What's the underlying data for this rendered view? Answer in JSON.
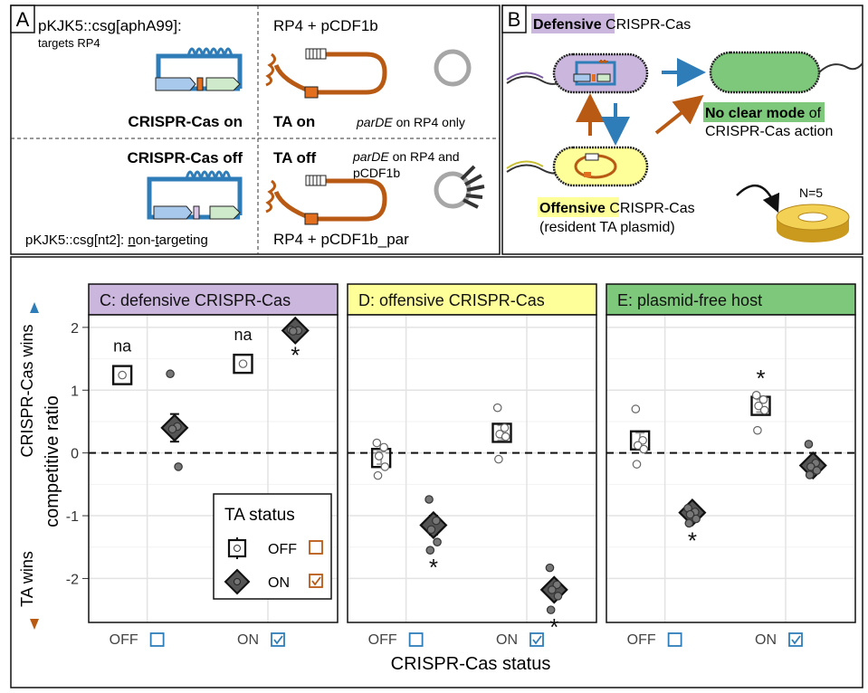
{
  "panelA": {
    "letter": "A",
    "top_left_title": "pKJK5::csg[aphA99]:",
    "top_left_sub": "targets RP4",
    "top_right_title": "RP4 + pCDF1b",
    "crispr_on": "CRISPR-Cas on",
    "ta_on": "TA on",
    "pardE_italic_1": "parDE",
    "pardE_rest_1": " on RP4 only",
    "crispr_off": "CRISPR-Cas off",
    "ta_off": "TA off",
    "pardE_italic_2": "parDE",
    "pardE_rest_2a": " on RP4 and",
    "pardE_rest_2b": "pCDF1b",
    "bottom_left_a": "pKJK5::csg[nt2]: ",
    "bottom_left_n": "n",
    "bottom_left_on": "on-",
    "bottom_left_t": "t",
    "bottom_left_rest": "argeting",
    "bottom_right": "RP4 + pCDF1b_par"
  },
  "panelB": {
    "letter": "B",
    "defensive_hl": "Defensive",
    "defensive_rest": " CRISPR-Cas",
    "no_clear_hl": "No clear mode",
    "no_clear_rest": " of",
    "no_clear_line2": "CRISPR-Cas action",
    "offensive_hl": "Offensive",
    "offensive_rest": " CRISPR-Cas",
    "offensive_line2": "(resident TA plasmid)",
    "n_label": "N=5"
  },
  "legend": {
    "title": "TA status",
    "off": "OFF",
    "on": "ON"
  },
  "axis": {
    "y_title": "competitive ratio",
    "y_top_label": "CRISPR-Cas wins",
    "y_bottom_label": "TA wins",
    "x_title": "CRISPR-Cas status"
  },
  "colors": {
    "purple": "#cbb6dd",
    "yellow": "#ffff99",
    "green": "#7dc87b",
    "blue": "#2e7db8",
    "orange": "#b85a14",
    "diamond": "#555555"
  },
  "chart_data": {
    "type": "scatter",
    "ylim": [
      -2.7,
      2.2
    ],
    "yticks": [
      "-2",
      "-1",
      "0",
      "1",
      "2"
    ],
    "ytick_values": [
      -2,
      -1,
      0,
      1,
      2
    ],
    "x_categories": [
      "OFF",
      "ON"
    ],
    "hline": 0,
    "facets": [
      {
        "title": "C: defensive CRISPR-Cas",
        "color": "#cbb6dd",
        "groups": [
          {
            "crispr": "OFF",
            "ta": "OFF",
            "mean": 1.24,
            "error": 0,
            "points": [
              1.24
            ],
            "label": "na"
          },
          {
            "crispr": "OFF",
            "ta": "ON",
            "mean": 0.4,
            "error": 0.22,
            "points": [
              1.26,
              0.42,
              0.38,
              -0.22
            ],
            "label": ""
          },
          {
            "crispr": "ON",
            "ta": "OFF",
            "mean": 1.42,
            "error": 0,
            "points": [
              1.42
            ],
            "label": "na"
          },
          {
            "crispr": "ON",
            "ta": "ON",
            "mean": 1.95,
            "error": 0.02,
            "points": [
              1.96,
              1.95,
              1.94
            ],
            "label": "*"
          }
        ]
      },
      {
        "title": "D: offensive CRISPR-Cas",
        "color": "#ffff99",
        "groups": [
          {
            "crispr": "OFF",
            "ta": "OFF",
            "mean": -0.08,
            "error": 0.1,
            "points": [
              0.16,
              0.09,
              -0.05,
              -0.22,
              -0.36
            ],
            "label": ""
          },
          {
            "crispr": "OFF",
            "ta": "ON",
            "mean": -1.15,
            "error": 0.15,
            "points": [
              -0.74,
              -1.08,
              -1.22,
              -1.42,
              -1.55
            ],
            "label": "*"
          },
          {
            "crispr": "ON",
            "ta": "OFF",
            "mean": 0.32,
            "error": 0.12,
            "points": [
              0.72,
              0.4,
              0.3,
              0.26,
              -0.1
            ],
            "label": ""
          },
          {
            "crispr": "ON",
            "ta": "ON",
            "mean": -2.18,
            "error": 0.12,
            "points": [
              -1.83,
              -2.1,
              -2.18,
              -2.28,
              -2.5
            ],
            "label": "*"
          }
        ]
      },
      {
        "title": "E: plasmid-free host",
        "color": "#7dc87b",
        "groups": [
          {
            "crispr": "OFF",
            "ta": "OFF",
            "mean": 0.2,
            "error": 0.12,
            "points": [
              0.7,
              0.2,
              0.12,
              0.06,
              -0.18
            ],
            "label": ""
          },
          {
            "crispr": "OFF",
            "ta": "ON",
            "mean": -0.95,
            "error": 0.06,
            "points": [
              -0.88,
              -0.94,
              -0.98,
              -1.05,
              -1.12
            ],
            "label": "*"
          },
          {
            "crispr": "ON",
            "ta": "OFF",
            "mean": 0.75,
            "error": 0.1,
            "points": [
              0.92,
              0.85,
              0.75,
              0.68,
              0.36
            ],
            "label": "*"
          },
          {
            "crispr": "ON",
            "ta": "ON",
            "mean": -0.2,
            "error": 0.06,
            "points": [
              0.14,
              -0.16,
              -0.22,
              -0.28,
              -0.35
            ],
            "label": ""
          }
        ]
      }
    ]
  }
}
